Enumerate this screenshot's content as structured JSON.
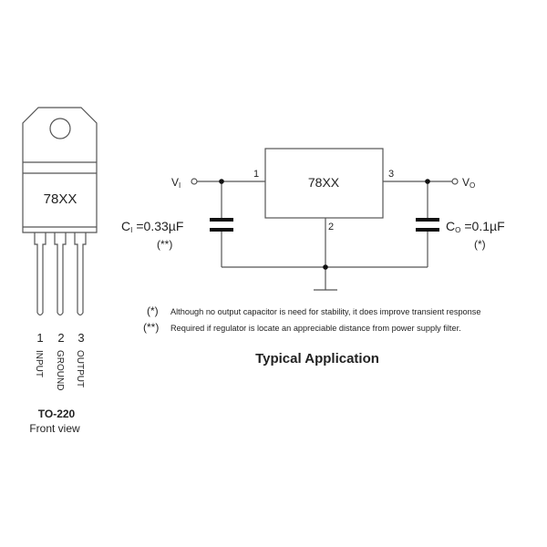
{
  "package": {
    "marking": "78XX",
    "pins": [
      "1",
      "2",
      "3"
    ],
    "pin_names": [
      "INPUT",
      "GROUND",
      "OUTPUT"
    ],
    "type": "TO-220",
    "view": "Front view"
  },
  "circuit": {
    "ic_label": "78XX",
    "pin1": "1",
    "pin2": "2",
    "pin3": "3",
    "vin": "V",
    "vin_sub": "I",
    "vout": "V",
    "vout_sub": "O",
    "ci_label": "C",
    "ci_sub": "I",
    "ci_value": "=0.33µF",
    "ci_note": "(**)",
    "co_label": "C",
    "co_sub": "O",
    "co_value": "=0.1µF",
    "co_note": "(*)"
  },
  "notes": [
    {
      "mark": "(*)",
      "text": "Although no output capacitor is need for stability, it does improve transient response"
    },
    {
      "mark": "(**)",
      "text": "Required if regulator is locate an appreciable distance from power supply filter."
    }
  ],
  "title": "Typical Application"
}
